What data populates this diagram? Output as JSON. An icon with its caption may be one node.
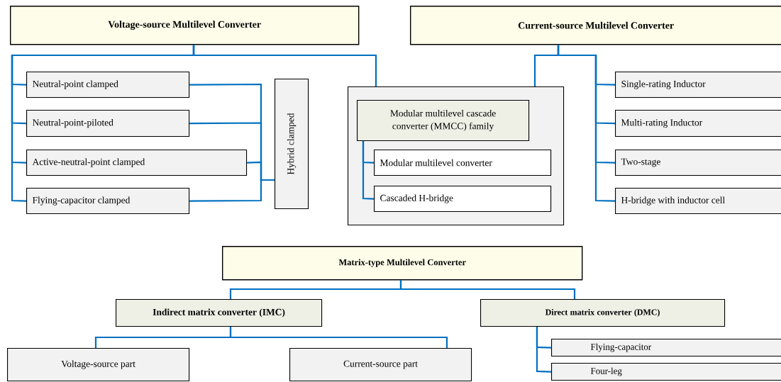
{
  "diagram": {
    "nodes": [
      {
        "text": [
          "Voltage-source Multilevel Converter"
        ]
      },
      {
        "text": [
          "Current-source Multilevel Converter"
        ]
      },
      {
        "text": [
          "Neutral-point clamped"
        ]
      },
      {
        "text": [
          "Neutral-point-piloted"
        ]
      },
      {
        "text": [
          "Active-neutral-point clamped"
        ]
      },
      {
        "text": [
          "Flying-capacitor clamped"
        ]
      },
      {
        "text": [
          "Hybrid clamped"
        ]
      },
      {
        "text": [],
        "shape": "box"
      },
      {
        "text": [
          "Modular multilevel cascade converter (MMCC) family"
        ],
        "in": 7
      },
      {
        "text": [
          "Modular multilevel converter"
        ],
        "in": 7
      },
      {
        "text": [
          "Cascaded H-bridge"
        ],
        "in": 7
      },
      {
        "text": [
          "Single-rating Inductor"
        ]
      },
      {
        "text": [
          "Multi-rating Inductor"
        ]
      },
      {
        "text": [
          "Two-stage"
        ]
      },
      {
        "text": [
          "H-bridge with inductor cell"
        ]
      },
      {
        "text": [
          "Matrix-type Multilevel Converter"
        ]
      },
      {
        "text": [
          "Indirect matrix converter (IMC)"
        ]
      },
      {
        "text": [
          "Direct matrix converter (DMC)"
        ]
      },
      {
        "text": [
          "Voltage-source part"
        ]
      },
      {
        "text": [
          "Current-source part"
        ]
      },
      {
        "text": [
          "Flying-capacitor"
        ]
      },
      {
        "text": [
          "Four-leg"
        ]
      }
    ],
    "edges": [
      {
        "from": 0,
        "to": 2,
        "arrow": "none"
      },
      {
        "from": 0,
        "to": 3,
        "arrow": "none"
      },
      {
        "from": 0,
        "to": 4,
        "arrow": "none"
      },
      {
        "from": 0,
        "to": 5,
        "arrow": "none"
      },
      {
        "from": 0,
        "to": 7,
        "arrow": "none"
      },
      {
        "from": 1,
        "to": 7,
        "arrow": "none"
      },
      {
        "from": 1,
        "to": 11,
        "arrow": "none"
      },
      {
        "from": 1,
        "to": 12,
        "arrow": "none"
      },
      {
        "from": 1,
        "to": 13,
        "arrow": "none"
      },
      {
        "from": 1,
        "to": 14,
        "arrow": "none"
      },
      {
        "from": 2,
        "to": 6,
        "arrow": "none"
      },
      {
        "from": 3,
        "to": 6,
        "arrow": "none"
      },
      {
        "from": 4,
        "to": 6,
        "arrow": "none"
      },
      {
        "from": 5,
        "to": 6,
        "arrow": "none"
      },
      {
        "from": 8,
        "to": 9,
        "arrow": "none"
      },
      {
        "from": 8,
        "to": 10,
        "arrow": "none"
      },
      {
        "from": 15,
        "to": 16,
        "arrow": "none"
      },
      {
        "from": 15,
        "to": 17,
        "arrow": "none"
      },
      {
        "from": 16,
        "to": 18,
        "arrow": "none"
      },
      {
        "from": 16,
        "to": 19,
        "arrow": "none"
      },
      {
        "from": 17,
        "to": 20,
        "arrow": "none"
      },
      {
        "from": 17,
        "to": 21,
        "arrow": "none"
      }
    ]
  }
}
